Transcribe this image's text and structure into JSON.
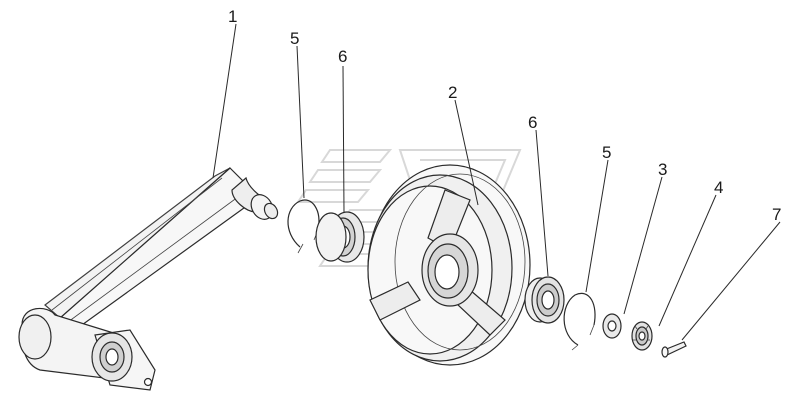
{
  "diagram": {
    "callouts": [
      {
        "id": "c1",
        "label": "1"
      },
      {
        "id": "c5a",
        "label": "5"
      },
      {
        "id": "c6a",
        "label": "6"
      },
      {
        "id": "c2",
        "label": "2"
      },
      {
        "id": "c6b",
        "label": "6"
      },
      {
        "id": "c5b",
        "label": "5"
      },
      {
        "id": "c3",
        "label": "3"
      },
      {
        "id": "c4",
        "label": "4"
      },
      {
        "id": "c7",
        "label": "7"
      }
    ]
  }
}
